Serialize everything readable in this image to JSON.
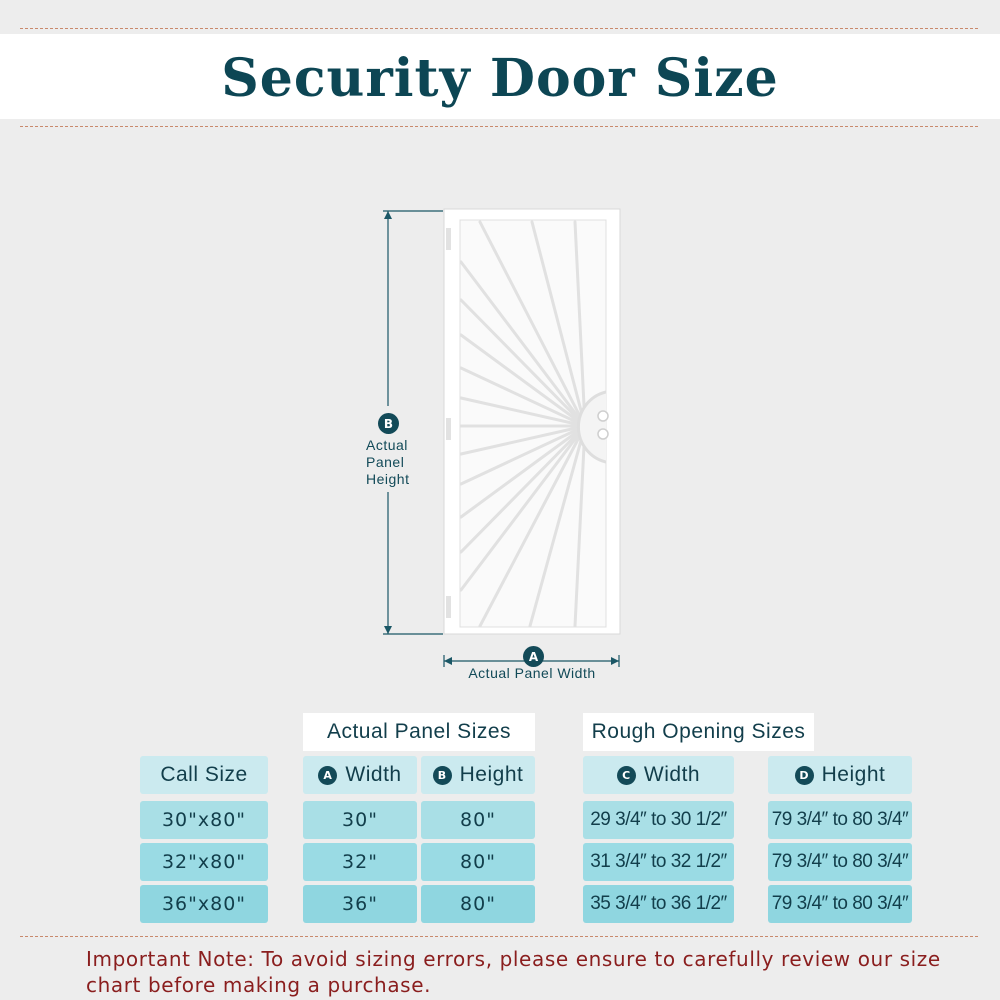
{
  "title": "Security Door Size",
  "diagram": {
    "height_badge": "B",
    "height_label": [
      "Actual",
      "Panel",
      "Height"
    ],
    "width_badge": "A",
    "width_label": "Actual Panel Width"
  },
  "tables": {
    "actual_panel_title": "Actual Panel Sizes",
    "rough_opening_title": "Rough Opening Sizes",
    "headers": {
      "call_size": "Call Size",
      "width_badge": "A",
      "width": "Width",
      "height_badge": "B",
      "height": "Height",
      "rough_width_badge": "C",
      "rough_width": "Width",
      "rough_height_badge": "D",
      "rough_height": "Height"
    },
    "rows": [
      {
        "call_size": "30\"x80\"",
        "width": "30\"",
        "height": "80\"",
        "rough_width": "29 3/4″ to 30 1/2″",
        "rough_height": "79 3/4″ to 80 3/4″"
      },
      {
        "call_size": "32\"x80\"",
        "width": "32\"",
        "height": "80\"",
        "rough_width": "31 3/4″ to 32 1/2″",
        "rough_height": "79 3/4″ to 80 3/4″"
      },
      {
        "call_size": "36\"x80\"",
        "width": "36\"",
        "height": "80\"",
        "rough_width": "35 3/4″ to 36 1/2″",
        "rough_height": "79 3/4″ to 80 3/4″"
      }
    ]
  },
  "note": "Important Note: To avoid sizing errors, please ensure to carefully review our size chart before making a purchase.",
  "colors": {
    "title": "#0d4654",
    "note": "#8a1e1e",
    "header_cell": "#cbeaef",
    "data_cell": "#9adbe4"
  }
}
